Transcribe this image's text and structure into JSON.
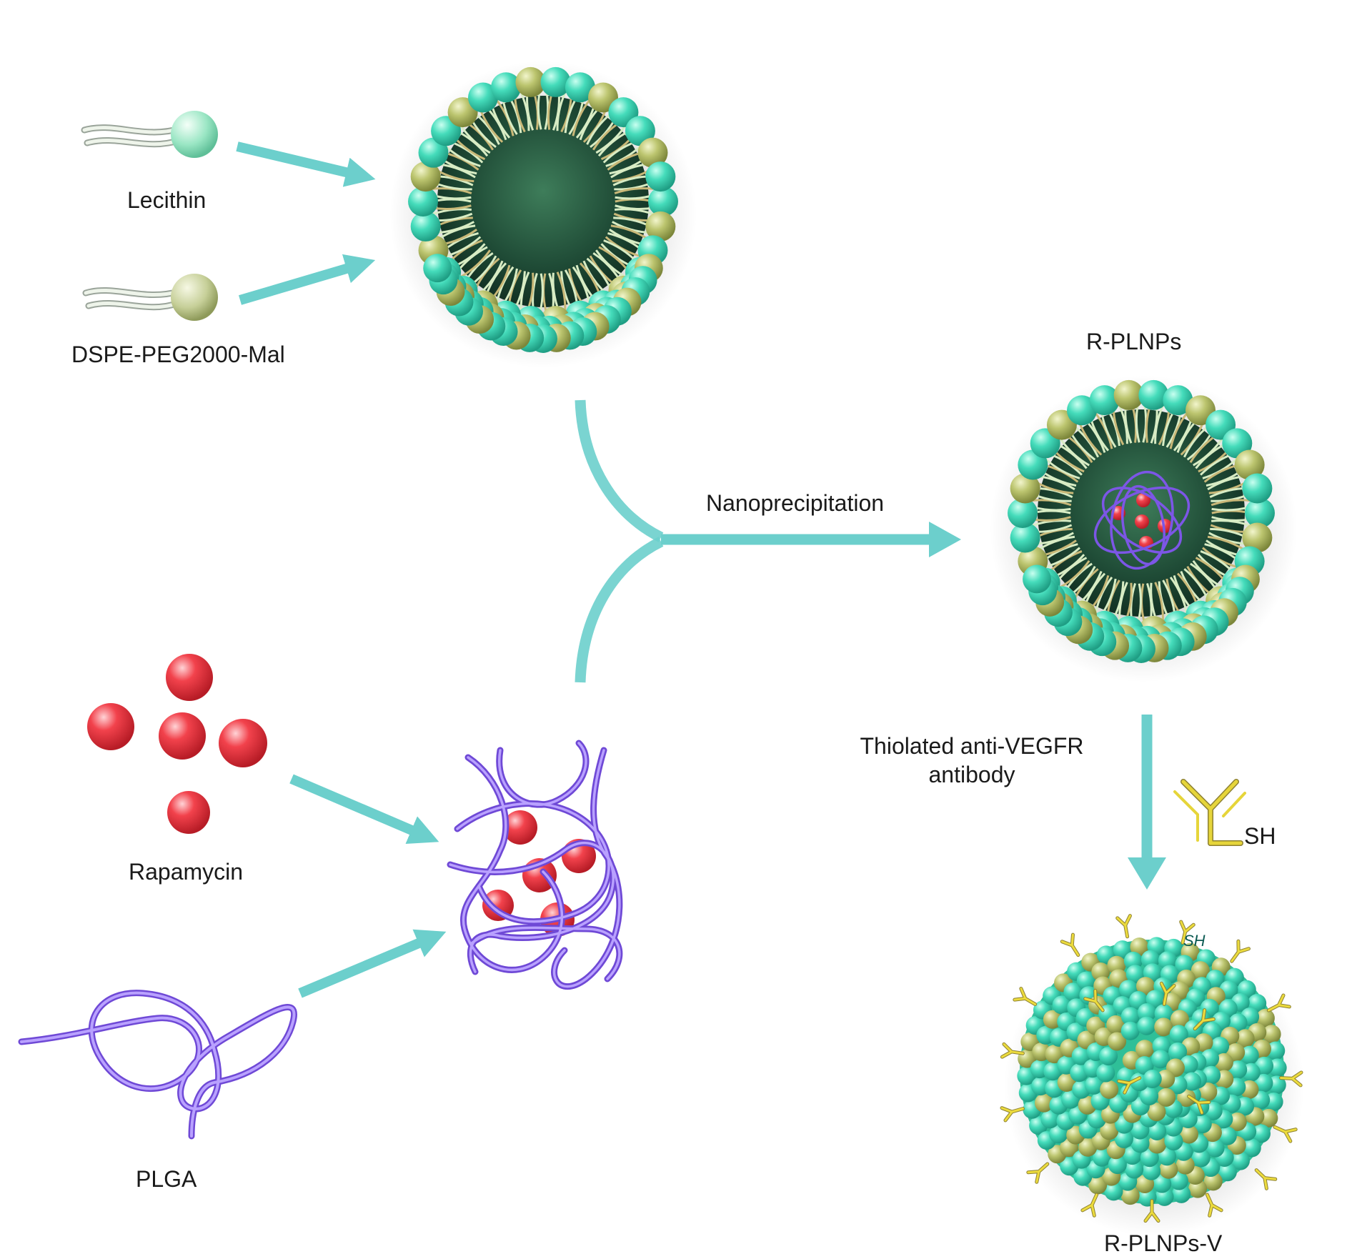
{
  "labels": {
    "lecithin": "Lecithin",
    "dspe": "DSPE-PEG2000-Mal",
    "rapamycin": "Rapamycin",
    "plga": "PLGA",
    "nanoprecipitation": "Nanoprecipitation",
    "r_plnps": "R-PLNPs",
    "thiolated_line1": "Thiolated anti-VEGFR",
    "thiolated_line2": "antibody",
    "sh": "SH",
    "sh_surface": "SH",
    "r_plnps_v": "R-PLNPs-V"
  },
  "colors": {
    "arrow": "#6ccfcc",
    "lipid_head_teal": "#3fd6b5",
    "lipid_head_olive": "#b7c06a",
    "tails": "#d8ecc4",
    "core": "#1f4b36",
    "rapamycin": "#ef3b45",
    "plga": "#8a63e6",
    "antibody": "#e6d53a"
  }
}
